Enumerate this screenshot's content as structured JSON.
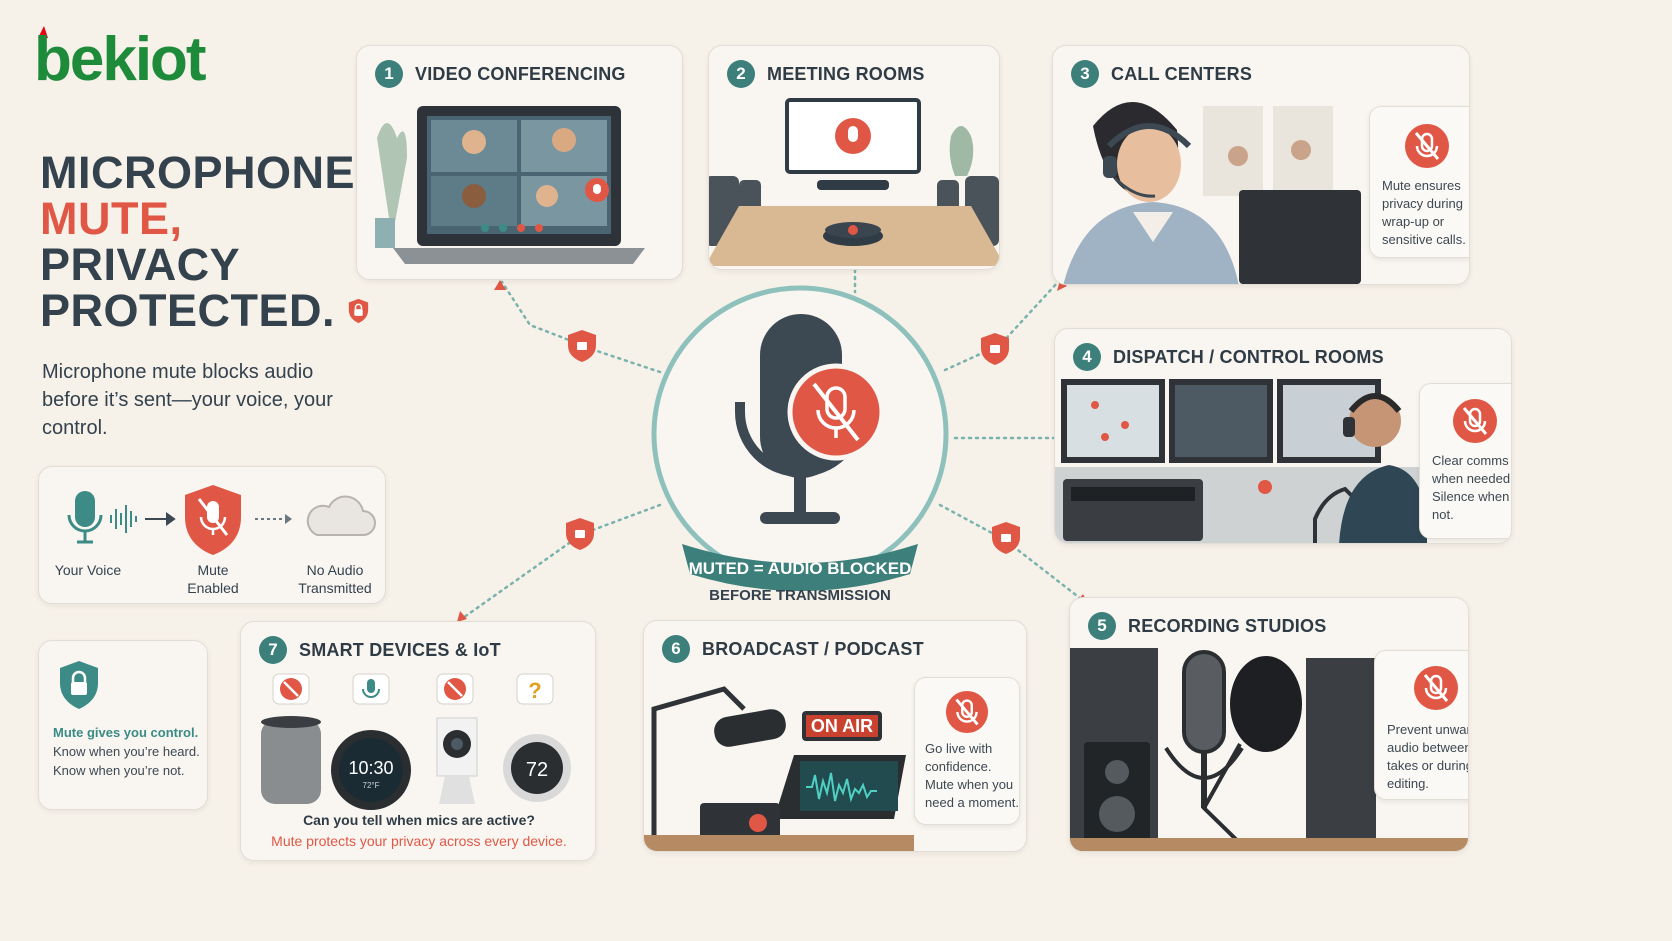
{
  "brand": {
    "logo_text": "bekiot",
    "primary": "#1e8b3a",
    "accent": "#e30613"
  },
  "colors": {
    "teal": "#3c7f7b",
    "red": "#e05745",
    "dark": "#34424e",
    "bg": "#f6f1e9"
  },
  "headline": {
    "line1": "MICROPHONE",
    "line2": "MUTE,",
    "line3": "PRIVACY",
    "line4": "PROTECTED."
  },
  "intro": "Microphone mute blocks audio before it’s sent—your voice, your control.",
  "flow": {
    "step1": "Your Voice",
    "step2_a": "Mute",
    "step2_b": "Enabled",
    "step3_a": "No Audio",
    "step3_b": "Transmitted"
  },
  "control": {
    "title": "Mute gives you control.",
    "line1": "Know when you’re heard.",
    "line2": "Know when you’re not."
  },
  "center": {
    "badge": "MUTED = AUDIO BLOCKED",
    "sub": "BEFORE TRANSMISSION"
  },
  "sections": [
    {
      "num": "1",
      "title": "VIDEO CONFERENCING"
    },
    {
      "num": "2",
      "title": "MEETING ROOMS"
    },
    {
      "num": "3",
      "title": "CALL CENTERS",
      "callout": [
        "Mute ensures",
        "privacy during",
        "wrap-up or",
        "sensitive calls."
      ]
    },
    {
      "num": "4",
      "title": "DISPATCH / CONTROL ROOMS",
      "callout": [
        "Clear comms",
        "when needed.",
        "Silence when",
        "not."
      ]
    },
    {
      "num": "5",
      "title": "RECORDING STUDIOS",
      "callout": [
        "Prevent unwanted",
        "audio between",
        "takes or during",
        "editing."
      ]
    },
    {
      "num": "6",
      "title": "BROADCAST / PODCAST",
      "on_air": "ON AIR",
      "callout": [
        "Go live with",
        "confidence.",
        "Mute when you",
        "need a moment."
      ]
    },
    {
      "num": "7",
      "title": "SMART DEVICES & IoT",
      "question": "Can you tell when mics are active?",
      "answer": "Mute protects your privacy across every device.",
      "clock": "10:30",
      "temp": "72°F",
      "thermo": "72",
      "unknown": "?"
    }
  ],
  "icons": {
    "mic": "microphone-icon",
    "muted": "mic-muted-icon",
    "shield": "shield-lock-icon",
    "cloud": "cloud-icon",
    "wave": "sound-wave-icon",
    "arrow": "arrow-right-icon"
  }
}
